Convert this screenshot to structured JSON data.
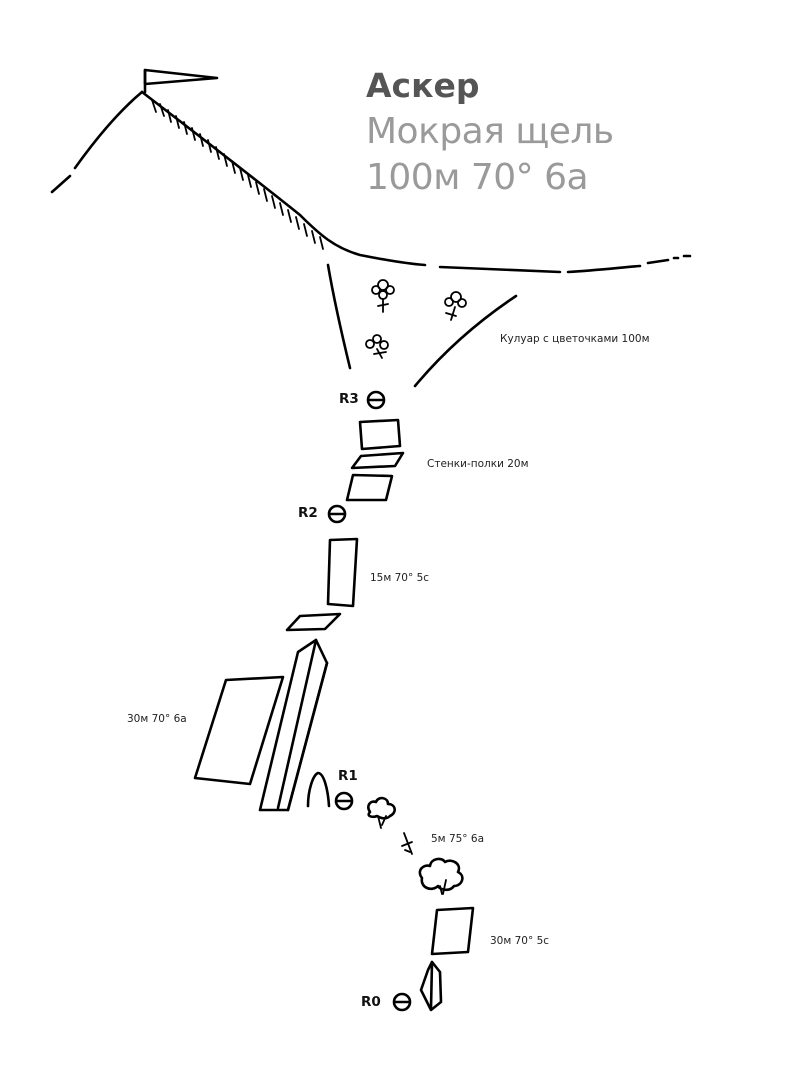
{
  "header": {
    "title": "Аскер",
    "subtitle_line1": "Мокрая щель",
    "subtitle_line2": "100м 70° 6а"
  },
  "anchors": {
    "r0": "R0",
    "r1": "R1",
    "r2": "R2",
    "r3": "R3"
  },
  "pitches": {
    "couloir": "Кулуар с цветочками 100м",
    "walls_ledges": "Стенки-полки 20м",
    "pitch_15": "15м 70° 5c",
    "pitch_30_6a": "30м 70° 6a",
    "pitch_5": "5м 75° 6a",
    "pitch_30_5c": "30м 70° 5c"
  }
}
